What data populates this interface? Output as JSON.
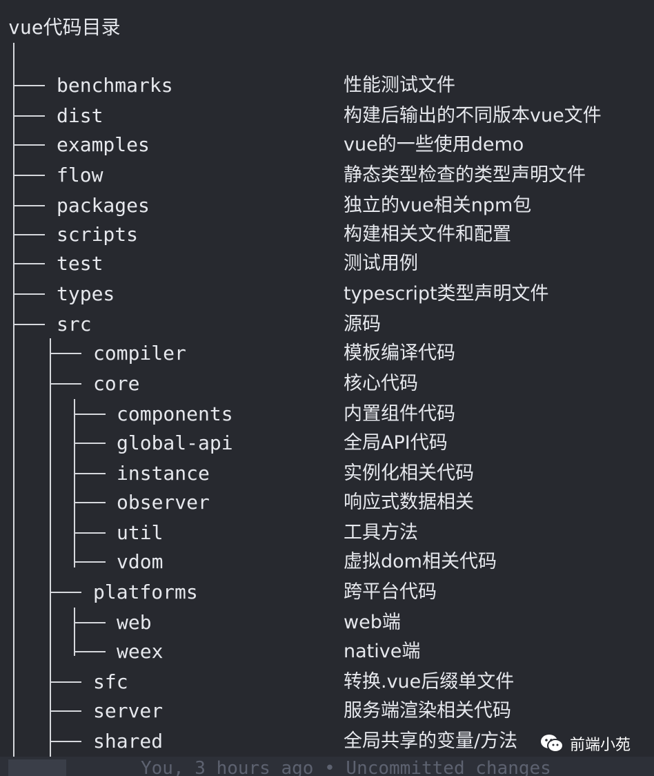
{
  "title": "vue代码目录",
  "tree": [
    {
      "name": "benchmarks",
      "desc": "性能测试文件"
    },
    {
      "name": "dist",
      "desc": "构建后输出的不同版本vue文件"
    },
    {
      "name": "examples",
      "desc": "vue的一些使用demo"
    },
    {
      "name": "flow",
      "desc": "静态类型检查的类型声明文件"
    },
    {
      "name": "packages",
      "desc": "独立的vue相关npm包"
    },
    {
      "name": "scripts",
      "desc": "构建相关文件和配置"
    },
    {
      "name": "test",
      "desc": "测试用例"
    },
    {
      "name": "types",
      "desc": "typescript类型声明文件"
    },
    {
      "name": "src",
      "desc": "源码"
    },
    {
      "name": "compiler",
      "desc": "模板编译代码"
    },
    {
      "name": "core",
      "desc": "核心代码"
    },
    {
      "name": "components",
      "desc": "内置组件代码"
    },
    {
      "name": "global-api",
      "desc": "全局API代码"
    },
    {
      "name": "instance",
      "desc": "实例化相关代码"
    },
    {
      "name": "observer",
      "desc": "响应式数据相关"
    },
    {
      "name": "util",
      "desc": "工具方法"
    },
    {
      "name": "vdom",
      "desc": "虚拟dom相关代码"
    },
    {
      "name": "platforms",
      "desc": "跨平台代码"
    },
    {
      "name": "web",
      "desc": "web端"
    },
    {
      "name": "weex",
      "desc": "native端"
    },
    {
      "name": "sfc",
      "desc": "转换.vue后缀单文件"
    },
    {
      "name": "server",
      "desc": "服务端渲染相关代码"
    },
    {
      "name": "shared",
      "desc": "全局共享的变量/方法"
    }
  ],
  "status_bar": {
    "blame": "You, 3 hours ago • Uncommitted changes"
  },
  "watermark": {
    "text": "前端小苑",
    "icon": "wechat-icon"
  }
}
